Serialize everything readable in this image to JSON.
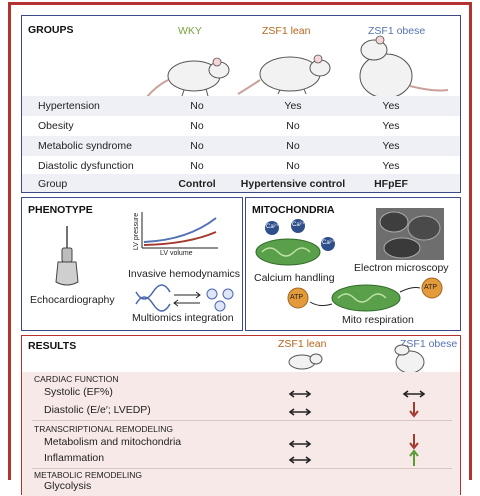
{
  "groups": {
    "title": "GROUPS",
    "columns": [
      {
        "label": "WKY",
        "color": "#7ba23f"
      },
      {
        "label": "ZSF1 lean",
        "color": "#b5651d"
      },
      {
        "label": "ZSF1 obese",
        "color": "#5573b3"
      }
    ],
    "rows": [
      {
        "label": "Hypertension",
        "values": [
          "No",
          "Yes",
          "Yes"
        ]
      },
      {
        "label": "Obesity",
        "values": [
          "No",
          "No",
          "Yes"
        ]
      },
      {
        "label": "Metabolic syndrome",
        "values": [
          "No",
          "No",
          "Yes"
        ]
      },
      {
        "label": "Diastolic dysfunction",
        "values": [
          "No",
          "No",
          "Yes"
        ]
      },
      {
        "label": "Group",
        "values": [
          "Control",
          "Hypertensive control",
          "HFpEF"
        ]
      }
    ]
  },
  "phenotype": {
    "title": "PHENOTYPE",
    "echo": "Echocardiography",
    "invasive": "Invasive hemodynamics",
    "y_axis": "LV pressure",
    "x_axis": "LV volume",
    "multiomics": "Multiomics integration"
  },
  "mitochondria": {
    "title": "MITOCHONDRIA",
    "calcium": "Calcium handling",
    "ca_label": "Ca²⁺",
    "em": "Electron microscopy",
    "respiration": "Mito respiration",
    "atp": "ATP"
  },
  "results": {
    "title": "RESULTS",
    "col_lean": "ZSF1 lean",
    "col_obese": "ZSF1 obese",
    "sections": [
      {
        "title": "CARDIAC FUNCTION",
        "items": [
          {
            "label": "Systolic (EF%)",
            "lean": "both",
            "obese": "both"
          },
          {
            "label": "Diastolic (E/e′; LVEDP)",
            "lean": "both",
            "obese": "down"
          }
        ]
      },
      {
        "title": "TRANSCRIPTIONAL REMODELING",
        "items": [
          {
            "label": "Metabolism and mitochondria",
            "lean": "both",
            "obese": "down"
          },
          {
            "label": "Inflammation",
            "lean": "both",
            "obese": "up"
          }
        ]
      },
      {
        "title": "METABOLIC REMODELING",
        "items": [
          {
            "label": "Glycolysis",
            "lean": "",
            "obese": ""
          }
        ]
      }
    ]
  },
  "colors": {
    "frame": "#b5322f",
    "panel_border": "#3d4a8a",
    "down": "#a33a2e",
    "up": "#5c9c34"
  }
}
